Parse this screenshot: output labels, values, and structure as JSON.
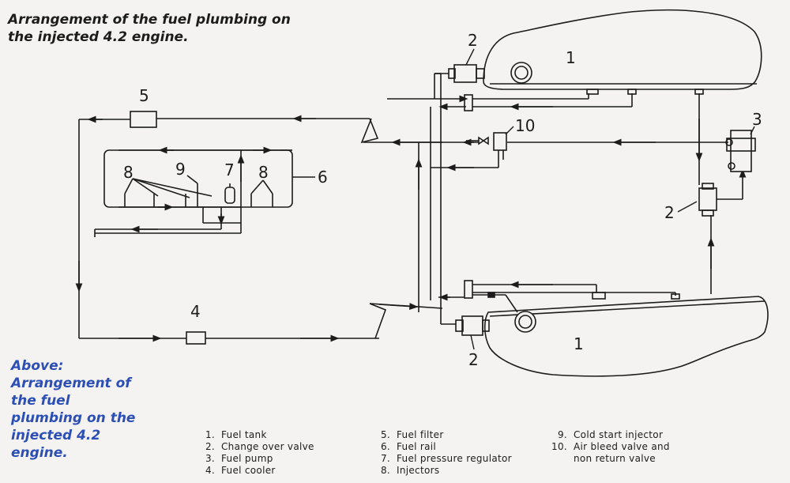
{
  "title": "Arrangement of the fuel plumbing on the injected 4.2 engine.",
  "caption_lines": [
    "Above:",
    "Arrangement of",
    "the fuel",
    "plumbing on the",
    "injected 4.2",
    "engine."
  ],
  "diagram_labels": {
    "tank_top": "1",
    "tank_bottom": "1",
    "valve_top": "2",
    "valve_mid": "2",
    "valve_bottom": "2",
    "pump": "3",
    "cooler": "4",
    "filter": "5",
    "rail": "6",
    "regulator": "7",
    "injectors_left": "8",
    "injectors_right": "8",
    "cold_start": "9",
    "air_bleed": "10"
  },
  "legend": [
    [
      {
        "num": "1.",
        "text": "Fuel tank"
      },
      {
        "num": "2.",
        "text": "Change over valve"
      },
      {
        "num": "3.",
        "text": "Fuel pump"
      },
      {
        "num": "4.",
        "text": "Fuel cooler"
      }
    ],
    [
      {
        "num": "5.",
        "text": "Fuel filter"
      },
      {
        "num": "6.",
        "text": "Fuel rail"
      },
      {
        "num": "7.",
        "text": "Fuel pressure regulator"
      },
      {
        "num": "8.",
        "text": "Injectors"
      }
    ],
    [
      {
        "num": "9.",
        "text": "Cold start injector"
      },
      {
        "num": "10.",
        "text": "Air bleed valve and"
      },
      {
        "num": "",
        "text": "non return valve"
      }
    ]
  ],
  "colors": {
    "ink": "#1c1c1c",
    "caption": "#2c4fb5",
    "paper": "#f4f3f1"
  }
}
